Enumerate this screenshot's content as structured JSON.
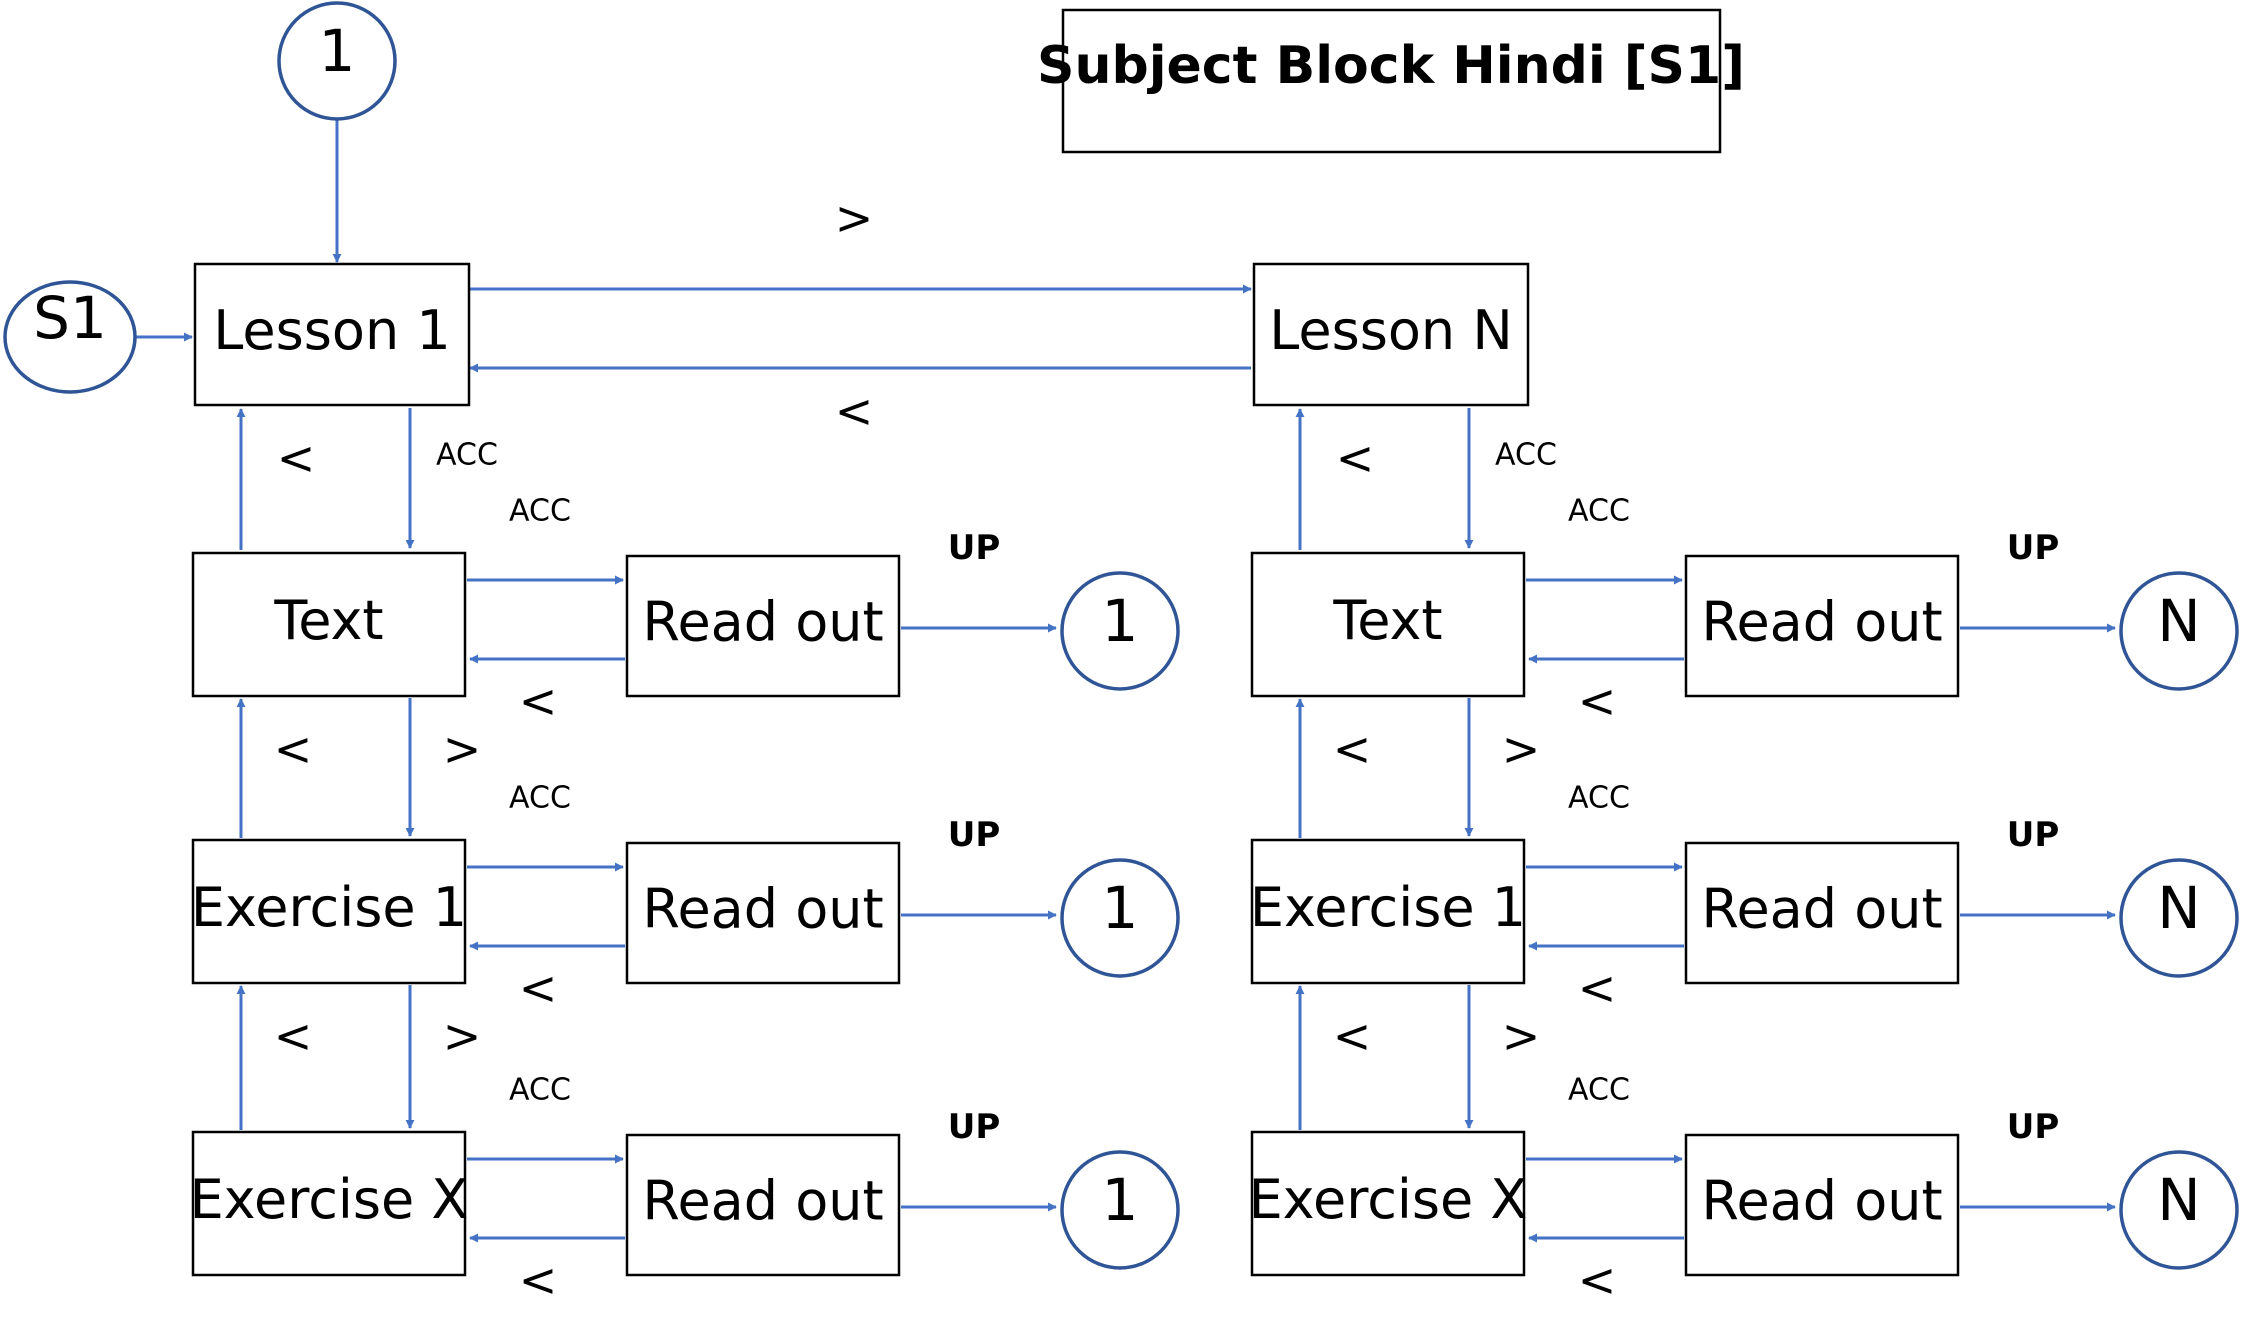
{
  "title": "Subject Block Hindi [S1]",
  "start_connector": "1",
  "subject_connector": "S1",
  "lesson_next_label": ">",
  "lesson_back_label": "<",
  "columns": [
    {
      "lesson": "Lesson 1",
      "connector": "1",
      "rows": [
        {
          "item": "Text",
          "read": "Read out"
        },
        {
          "item": "Exercise 1",
          "read": "Read out"
        },
        {
          "item": "Exercise X",
          "read": "Read out"
        }
      ]
    },
    {
      "lesson": "Lesson N",
      "connector": "N",
      "rows": [
        {
          "item": "Text",
          "read": "Read out"
        },
        {
          "item": "Exercise 1",
          "read": "Read out"
        },
        {
          "item": "Exercise X",
          "read": "Read out"
        }
      ]
    }
  ],
  "labels": {
    "back": "<",
    "next": ">",
    "accept": "ACC",
    "up": "UP"
  },
  "colors": {
    "arrow": "#4472c4",
    "circle_stroke": "#2f5597",
    "box_stroke": "#000000"
  }
}
